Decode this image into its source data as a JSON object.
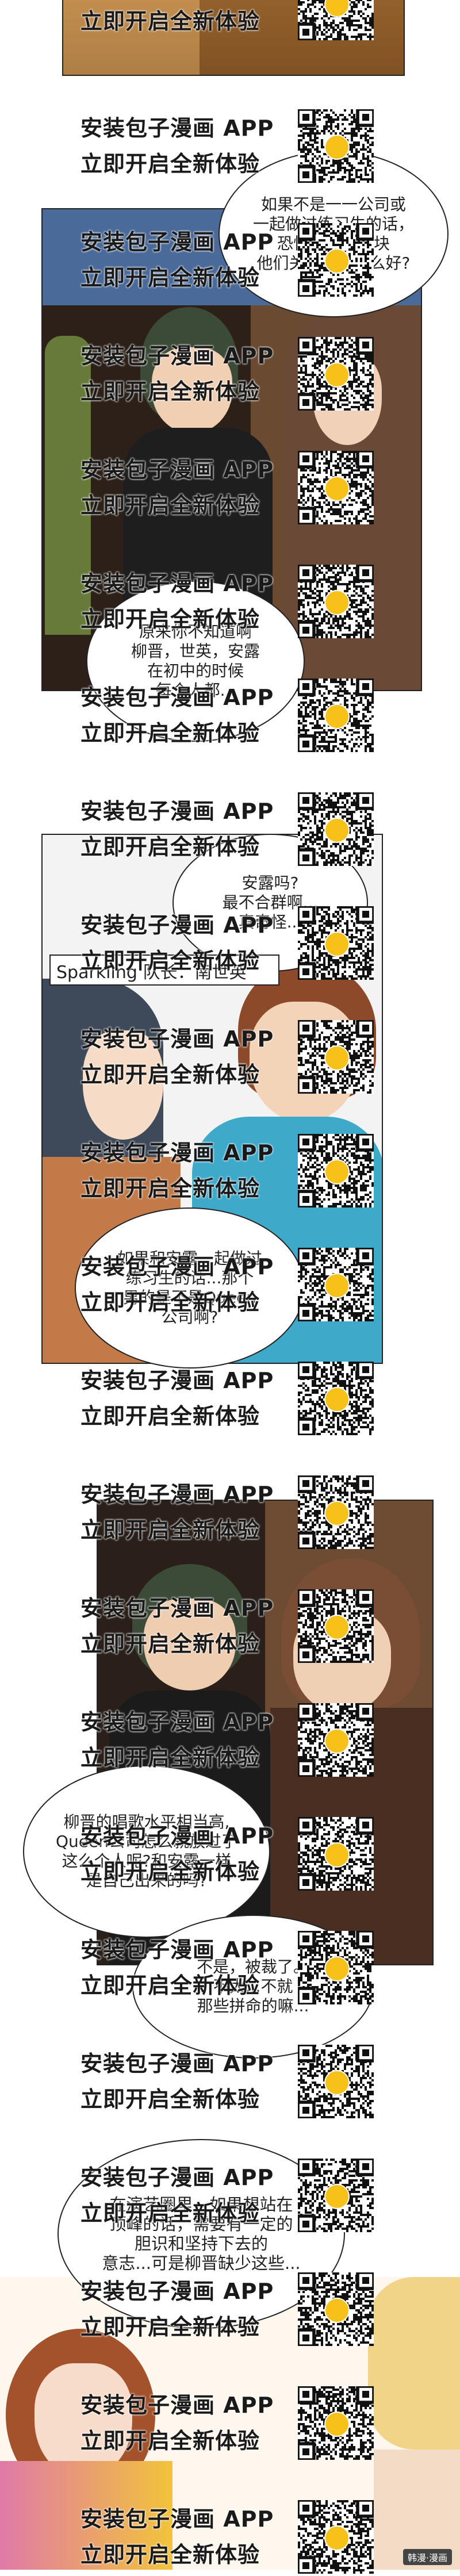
{
  "ads": {
    "line1": "安装包子漫画 APP",
    "line2": "立即开启全新体验"
  },
  "bubbles": {
    "b1": "如果不是一一公司或\n一起做过练习生的话，\n恐怕凑不到一块\n他们关系一直不么好?",
    "b2": "原来你不知道啊\n柳晋，世英，安露\n在初中的时候\n每个人都...",
    "b3": "安露吗?\n最不合群啊...\n真奇怪...",
    "b4": "如果和安露一起做过\n练习生的话...那个\n男的是不是Queen\n公司啊?",
    "b5": "柳晋的唱歌水平相当高,\nQueen公司怎么就放过了\n这么个人呢?和安露一样\n是自己出来的吗?",
    "b6": "不是，被裁了。\n不太...不就\n那些拼命的嘛...",
    "b7": "在演艺圈里，如果想站在\n顶峰的话，需要有一定的\n胆识和坚持下去的\n意志...可是柳晋缺少这些..."
  },
  "caption": "Sparkling 队长：南世英",
  "watermark": "韩漫·漫画"
}
